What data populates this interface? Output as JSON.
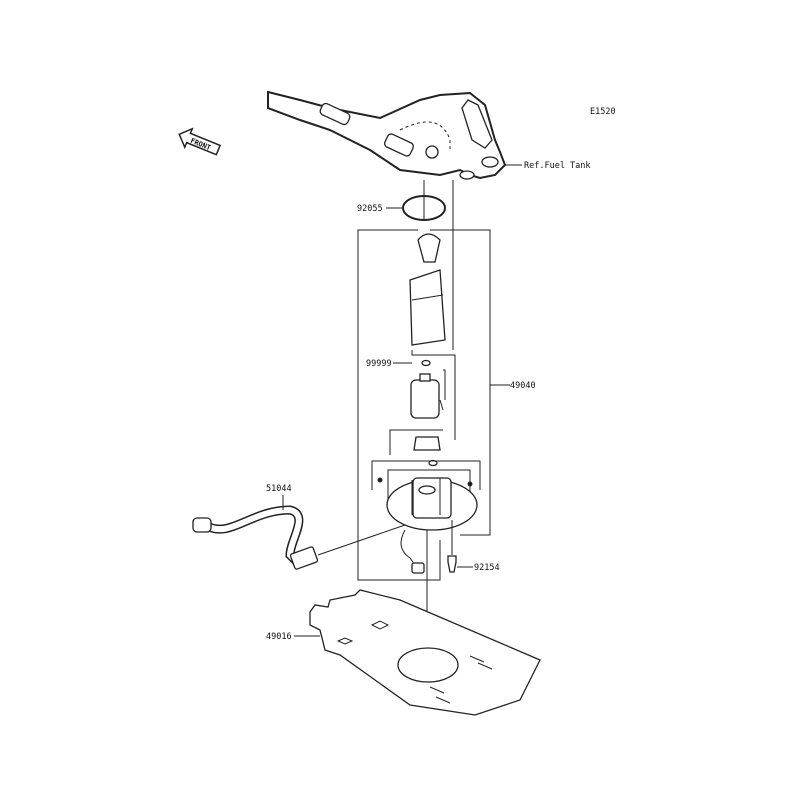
{
  "diagram": {
    "code": "E1520",
    "front_marker": "FRONT",
    "ref_label": "Ref.Fuel Tank",
    "parts": {
      "oring": "92055",
      "gasket": "99999",
      "pump_assembly": "49040",
      "harness": "51044",
      "bolt": "92154",
      "plate": "49016"
    }
  }
}
